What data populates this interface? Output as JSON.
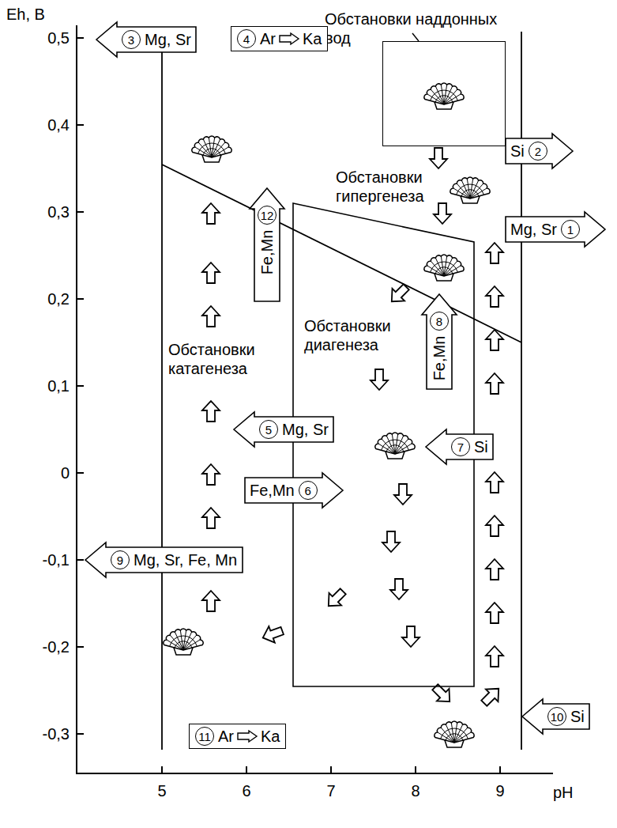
{
  "diagram": {
    "nodes": [
      {
        "text": [
          "Обстановки наддонных вод"
        ]
      },
      {
        "text": [
          "3",
          "Mg, Sr"
        ]
      },
      {
        "text": [
          "4",
          "Ar",
          "Ka"
        ]
      },
      {
        "text": [
          "Si",
          "2"
        ]
      },
      {
        "text": [
          "Mg, Sr",
          "1"
        ]
      },
      {
        "text": [
          "12",
          "Fe,Mn"
        ]
      },
      {
        "text": [
          "Обстановки диагенеза"
        ]
      },
      {
        "text": [
          "8",
          "Fe,Mn"
        ],
        "in": 6
      },
      {
        "text": [
          "5",
          "Mg, Sr"
        ]
      },
      {
        "text": [
          "7",
          "Si"
        ]
      },
      {
        "text": [
          "Fe,Mn",
          "6"
        ]
      },
      {
        "text": [
          "9",
          "Mg, Sr, Fe, Mn"
        ]
      },
      {
        "text": [
          "10",
          "Si"
        ]
      },
      {
        "text": [
          "11",
          "Ar",
          "Ka"
        ]
      }
    ],
    "labels": [
      "Eh, В",
      "0,5",
      "0,4",
      "0,3",
      "0,2",
      "0,1",
      "0",
      "-0,1",
      "-0,2",
      "-0,3",
      "5",
      "6",
      "7",
      "8",
      "9",
      "pH",
      "Обстановки гипергенеза",
      "Обстановки катагенеза"
    ]
  }
}
